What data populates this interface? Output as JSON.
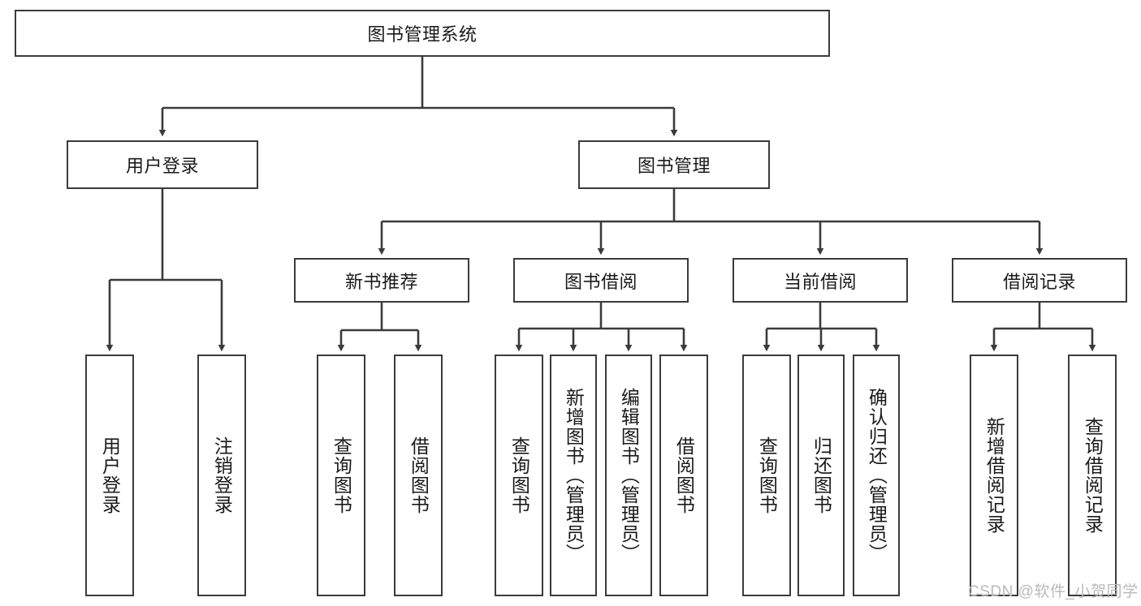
{
  "diagram": {
    "type": "tree-hierarchy",
    "title": "图书管理系统",
    "orientation": "top-down",
    "colors": {
      "box_border": "#3b3b3b",
      "box_fill": "#ffffff",
      "edge": "#3b3b3b",
      "text": "#1a1a1a",
      "watermark": "#b9b9b9",
      "background": "#ffffff"
    }
  },
  "root": {
    "label": "图书管理系统"
  },
  "level2": [
    {
      "id": "user-login",
      "label": "用户登录"
    },
    {
      "id": "book-management",
      "label": "图书管理"
    }
  ],
  "level3": [
    {
      "id": "new-book-recommend",
      "label": "新书推荐"
    },
    {
      "id": "book-borrow",
      "label": "图书借阅"
    },
    {
      "id": "current-borrow",
      "label": "当前借阅"
    },
    {
      "id": "borrow-record",
      "label": "借阅记录"
    }
  ],
  "leaves": {
    "user_login": [
      {
        "id": "leaf-user-login",
        "label": "用户登录"
      },
      {
        "id": "leaf-logout-login",
        "label": "注销登录"
      }
    ],
    "new_book_recommend": [
      {
        "id": "leaf-query-book-1",
        "label": "查询图书"
      },
      {
        "id": "leaf-borrow-book-1",
        "label": "借阅图书"
      }
    ],
    "book_borrow": [
      {
        "id": "leaf-query-book-2",
        "label": "查询图书"
      },
      {
        "id": "leaf-add-book",
        "label": "新增图书（管理员）"
      },
      {
        "id": "leaf-edit-book",
        "label": "编辑图书（管理员）"
      },
      {
        "id": "leaf-borrow-book-2",
        "label": "借阅图书"
      }
    ],
    "current_borrow": [
      {
        "id": "leaf-query-book-3",
        "label": "查询图书"
      },
      {
        "id": "leaf-return-book",
        "label": "归还图书"
      },
      {
        "id": "leaf-confirm-return",
        "label": "确认归还（管理员）"
      }
    ],
    "borrow_record": [
      {
        "id": "leaf-add-borrow-record",
        "label": "新增借阅记录"
      },
      {
        "id": "leaf-query-borrow-record",
        "label": "查询借阅记录"
      }
    ]
  },
  "watermark": {
    "text": "CSDN @软件_小贺同学"
  }
}
